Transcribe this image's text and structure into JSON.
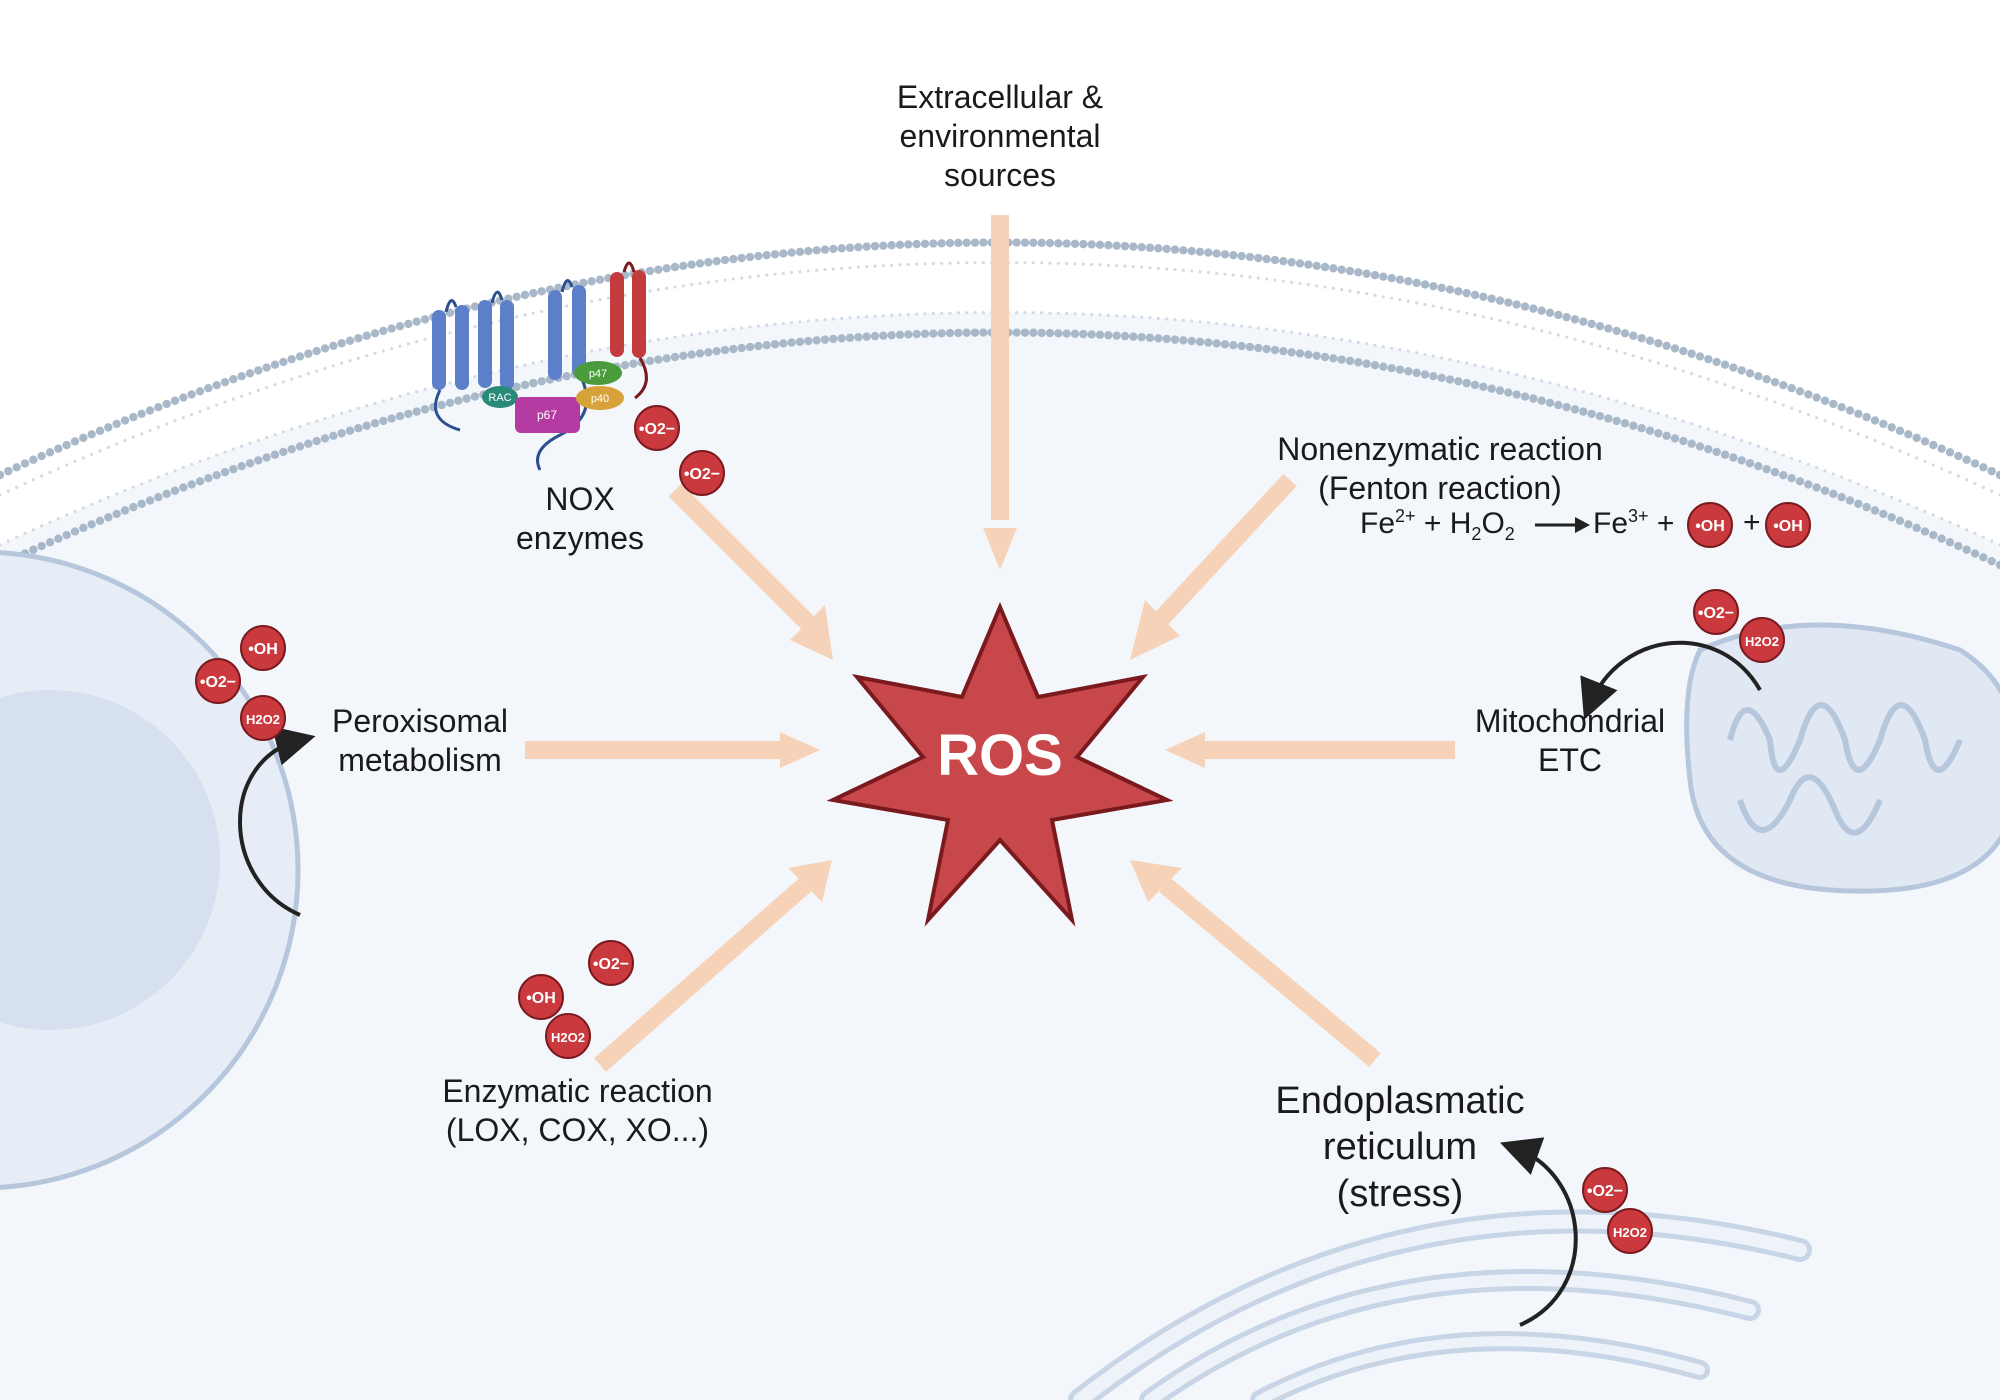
{
  "center": {
    "label": "ROS"
  },
  "sources": {
    "extracellular": {
      "lines": [
        "Extracellular &",
        "environmental",
        "sources"
      ]
    },
    "nox": {
      "lines": [
        "NOX",
        "enzymes"
      ]
    },
    "nonenzymatic": {
      "lines": [
        "Nonenzymatic reaction",
        "(Fenton reaction)"
      ]
    },
    "peroxisomal": {
      "lines": [
        "Peroxisomal",
        "metabolism"
      ]
    },
    "mitochondrial": {
      "lines": [
        "Mitochondrial",
        "ETC"
      ]
    },
    "enzymatic": {
      "lines": [
        "Enzymatic reaction",
        "(LOX, COX, XO...)"
      ]
    },
    "er": {
      "lines": [
        "Endoplasmatic",
        "reticulum",
        "(stress)"
      ]
    }
  },
  "fenton": {
    "fe2": "Fe",
    "fe2_charge": "2+",
    "plus1": " + ",
    "h2o2_h": "H",
    "h2o2_2a": "2",
    "h2o2_o": "O",
    "h2o2_2b": "2",
    "fe3": "Fe",
    "fe3_charge": "3+",
    "plus2": " + ",
    "plus3": "+"
  },
  "nox_subunits": {
    "rac": "RAC",
    "p67": "p67",
    "p47": "p47",
    "p40": "p40"
  },
  "molecules": {
    "superoxide": "•O2−",
    "hydroxyl": "•OH",
    "peroxide": "H2O2"
  },
  "colors": {
    "arrow": "#f6d3b8",
    "ros_fill": "#c8474b",
    "ros_stroke": "#7a1a1e",
    "membrane_dot": "#a9b8c8",
    "cell_fill": "#f3f7fb",
    "organelle_fill": "#dfe8f3",
    "organelle_stroke": "#b6c6dc",
    "molecule_fill": "#c9393e",
    "nox_blue": "#5b7fc8",
    "nox_red": "#c43b3e"
  }
}
